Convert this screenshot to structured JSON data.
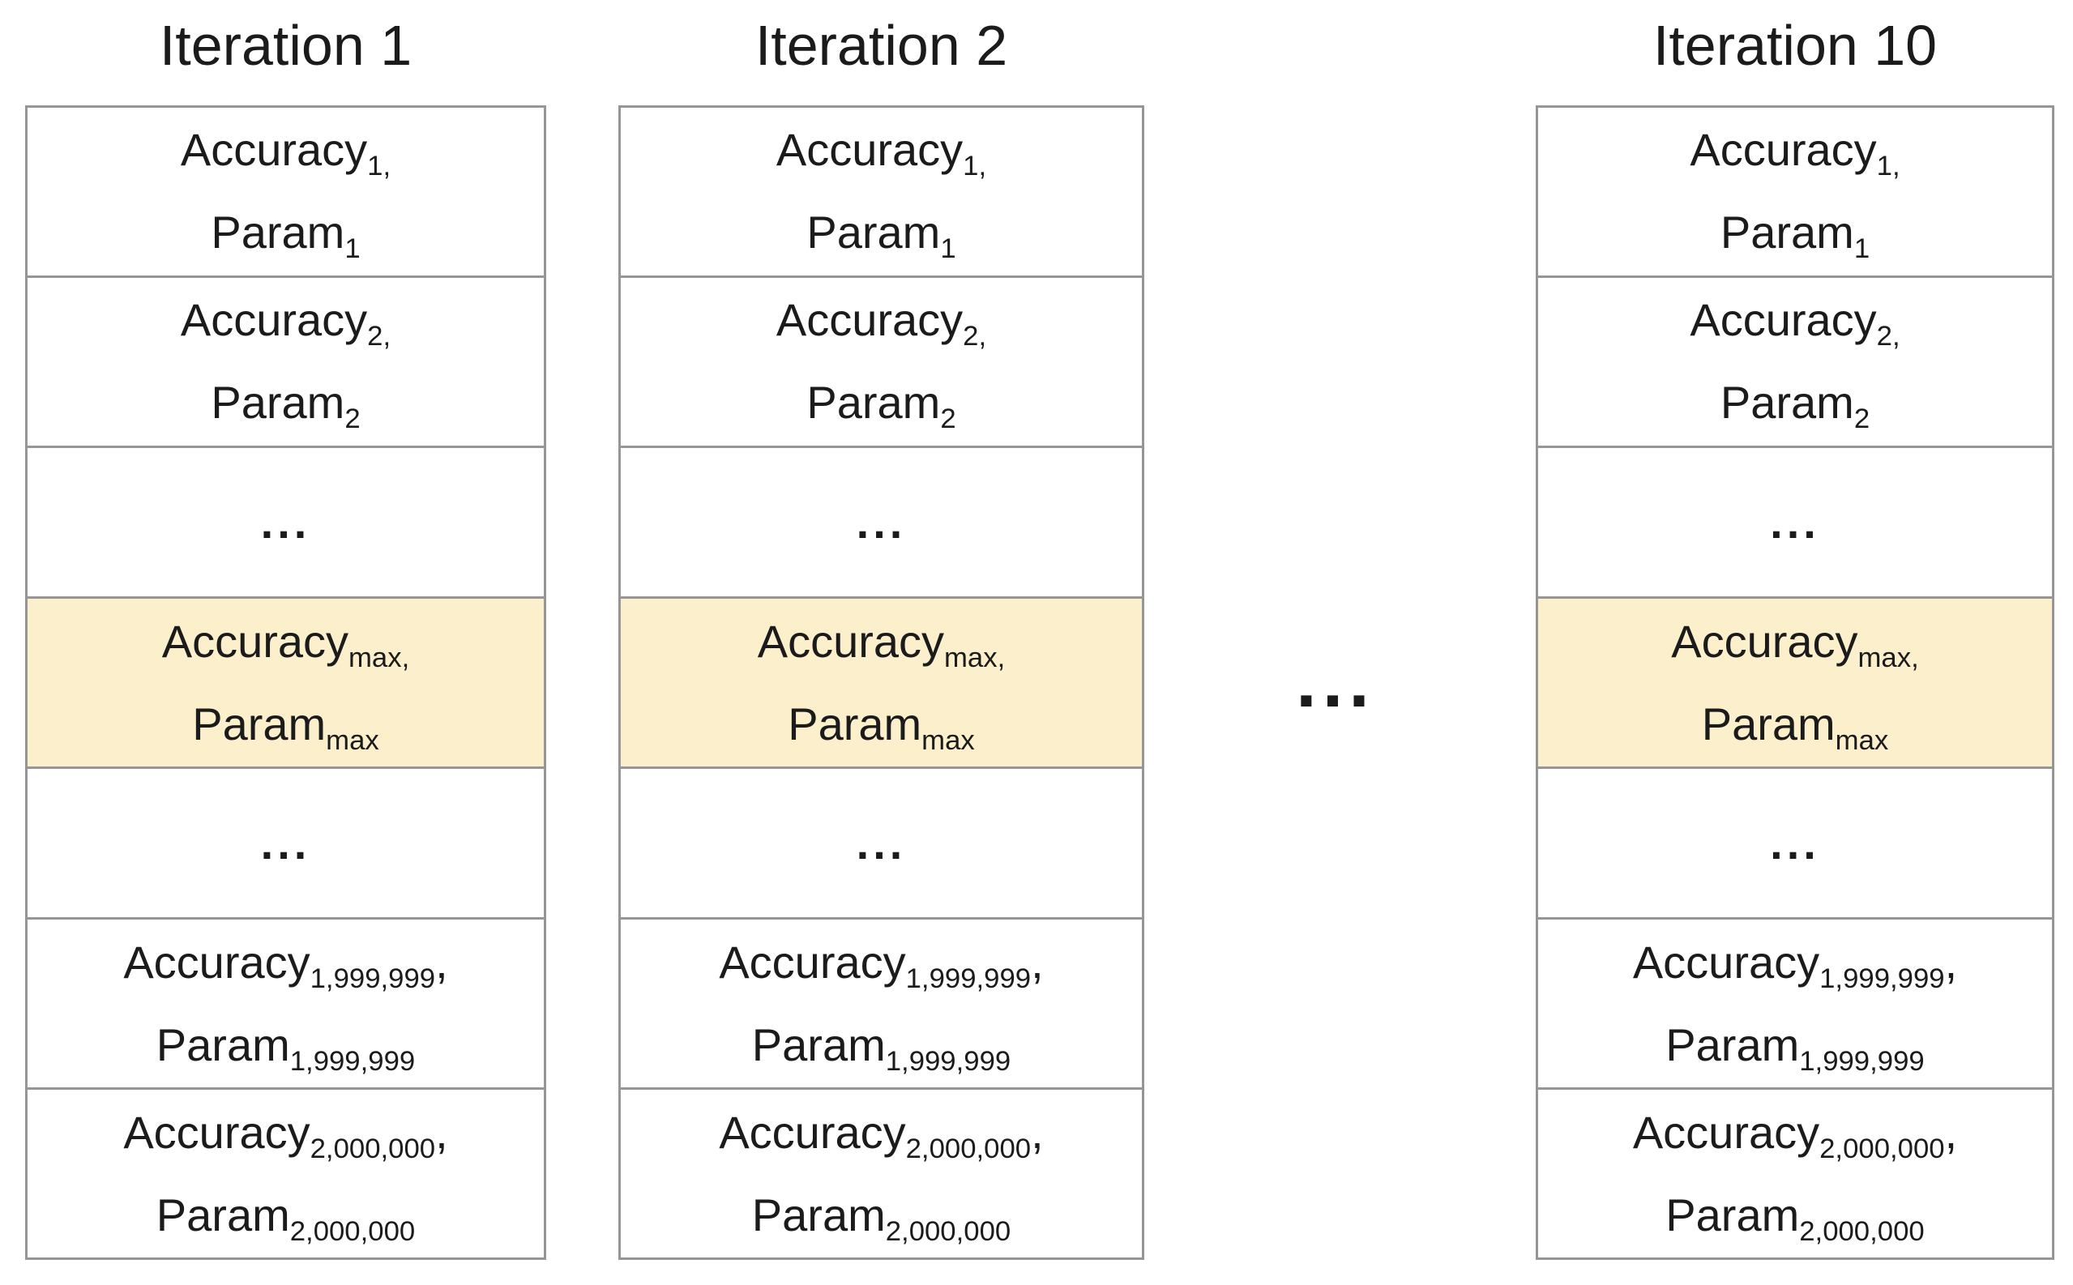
{
  "diagram": {
    "between_columns_ellipsis": "...",
    "colors": {
      "highlight_fill": "#FCEFCC",
      "table_border": "#969696",
      "text": "#1B1B1B"
    },
    "columns": [
      {
        "title": "Iteration 1",
        "rows": [
          {
            "type": "entry",
            "highlight": false,
            "lines": [
              [
                {
                  "text": "Accuracy"
                },
                {
                  "sub": "1,"
                }
              ],
              [
                {
                  "text": "Param"
                },
                {
                  "sub": "1"
                }
              ]
            ]
          },
          {
            "type": "entry",
            "highlight": false,
            "lines": [
              [
                {
                  "text": "Accuracy"
                },
                {
                  "sub": "2,"
                }
              ],
              [
                {
                  "text": "Param"
                },
                {
                  "sub": "2"
                }
              ]
            ]
          },
          {
            "type": "ellipsis",
            "highlight": false,
            "lines": [
              [
                {
                  "text": "..."
                }
              ]
            ]
          },
          {
            "type": "entry",
            "highlight": true,
            "lines": [
              [
                {
                  "text": "Accuracy"
                },
                {
                  "sub": "max,"
                }
              ],
              [
                {
                  "text": "Param"
                },
                {
                  "sub": "max"
                }
              ]
            ]
          },
          {
            "type": "ellipsis",
            "highlight": false,
            "lines": [
              [
                {
                  "text": "..."
                }
              ]
            ]
          },
          {
            "type": "entry",
            "highlight": false,
            "lines": [
              [
                {
                  "text": "Accuracy"
                },
                {
                  "sub": "1,999,999"
                },
                {
                  "text": ","
                }
              ],
              [
                {
                  "text": "Param"
                },
                {
                  "sub": "1,999,999"
                }
              ]
            ]
          },
          {
            "type": "entry",
            "highlight": false,
            "lines": [
              [
                {
                  "text": "Accuracy"
                },
                {
                  "sub": "2,000,000"
                },
                {
                  "text": ","
                }
              ],
              [
                {
                  "text": "Param"
                },
                {
                  "sub": "2,000,000"
                }
              ]
            ]
          }
        ]
      },
      {
        "title": "Iteration 2",
        "rows": [
          {
            "type": "entry",
            "highlight": false,
            "lines": [
              [
                {
                  "text": "Accuracy"
                },
                {
                  "sub": "1,"
                }
              ],
              [
                {
                  "text": "Param"
                },
                {
                  "sub": "1"
                }
              ]
            ]
          },
          {
            "type": "entry",
            "highlight": false,
            "lines": [
              [
                {
                  "text": "Accuracy"
                },
                {
                  "sub": "2,"
                }
              ],
              [
                {
                  "text": "Param"
                },
                {
                  "sub": "2"
                }
              ]
            ]
          },
          {
            "type": "ellipsis",
            "highlight": false,
            "lines": [
              [
                {
                  "text": "..."
                }
              ]
            ]
          },
          {
            "type": "entry",
            "highlight": true,
            "lines": [
              [
                {
                  "text": "Accuracy"
                },
                {
                  "sub": "max,"
                }
              ],
              [
                {
                  "text": "Param"
                },
                {
                  "sub": "max"
                }
              ]
            ]
          },
          {
            "type": "ellipsis",
            "highlight": false,
            "lines": [
              [
                {
                  "text": "..."
                }
              ]
            ]
          },
          {
            "type": "entry",
            "highlight": false,
            "lines": [
              [
                {
                  "text": "Accuracy"
                },
                {
                  "sub": "1,999,999"
                },
                {
                  "text": ","
                }
              ],
              [
                {
                  "text": "Param"
                },
                {
                  "sub": "1,999,999"
                }
              ]
            ]
          },
          {
            "type": "entry",
            "highlight": false,
            "lines": [
              [
                {
                  "text": "Accuracy"
                },
                {
                  "sub": "2,000,000"
                },
                {
                  "text": ","
                }
              ],
              [
                {
                  "text": "Param"
                },
                {
                  "sub": "2,000,000"
                }
              ]
            ]
          }
        ]
      },
      {
        "title": "Iteration 10",
        "rows": [
          {
            "type": "entry",
            "highlight": false,
            "lines": [
              [
                {
                  "text": "Accuracy"
                },
                {
                  "sub": "1,"
                }
              ],
              [
                {
                  "text": "Param"
                },
                {
                  "sub": "1"
                }
              ]
            ]
          },
          {
            "type": "entry",
            "highlight": false,
            "lines": [
              [
                {
                  "text": "Accuracy"
                },
                {
                  "sub": "2,"
                }
              ],
              [
                {
                  "text": "Param"
                },
                {
                  "sub": "2"
                }
              ]
            ]
          },
          {
            "type": "ellipsis",
            "highlight": false,
            "lines": [
              [
                {
                  "text": "..."
                }
              ]
            ]
          },
          {
            "type": "entry",
            "highlight": true,
            "lines": [
              [
                {
                  "text": "Accuracy"
                },
                {
                  "sub": "max,"
                }
              ],
              [
                {
                  "text": "Param"
                },
                {
                  "sub": "max"
                }
              ]
            ]
          },
          {
            "type": "ellipsis",
            "highlight": false,
            "lines": [
              [
                {
                  "text": "..."
                }
              ]
            ]
          },
          {
            "type": "entry",
            "highlight": false,
            "lines": [
              [
                {
                  "text": "Accuracy"
                },
                {
                  "sub": "1,999,999"
                },
                {
                  "text": ","
                }
              ],
              [
                {
                  "text": "Param"
                },
                {
                  "sub": "1,999,999"
                }
              ]
            ]
          },
          {
            "type": "entry",
            "highlight": false,
            "lines": [
              [
                {
                  "text": "Accuracy"
                },
                {
                  "sub": "2,000,000"
                },
                {
                  "text": ","
                }
              ],
              [
                {
                  "text": "Param"
                },
                {
                  "sub": "2,000,000"
                }
              ]
            ]
          }
        ]
      }
    ]
  }
}
